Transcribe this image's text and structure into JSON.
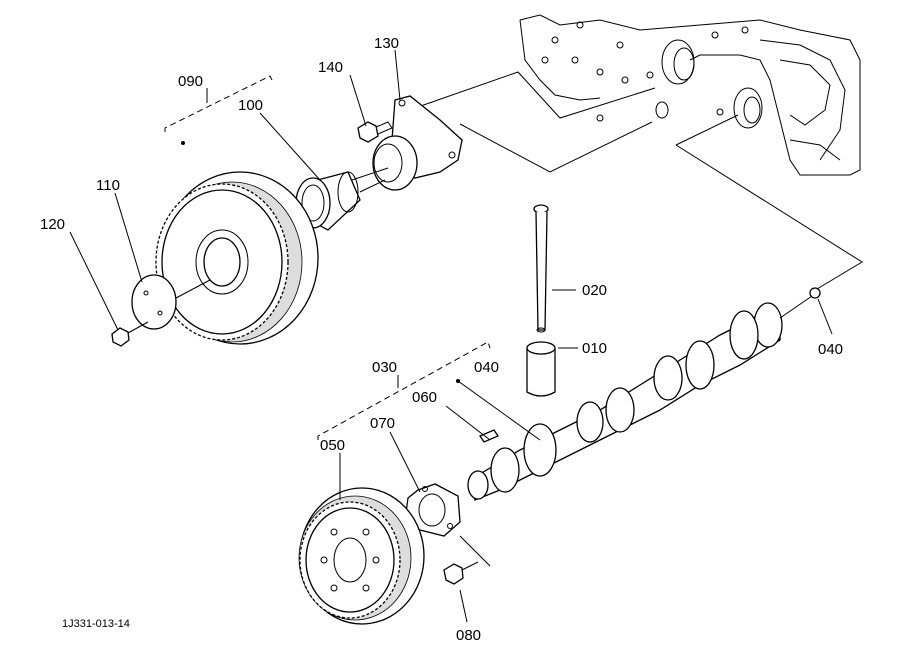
{
  "callouts": {
    "c010": "010",
    "c020": "020",
    "c030": "030",
    "c040a": "040",
    "c040b": "040",
    "c050": "050",
    "c060": "060",
    "c070": "070",
    "c080": "080",
    "c090": "090",
    "c100": "100",
    "c110": "110",
    "c120": "120",
    "c130": "130",
    "c140": "140"
  },
  "doc_ref": "1J331-013-14"
}
